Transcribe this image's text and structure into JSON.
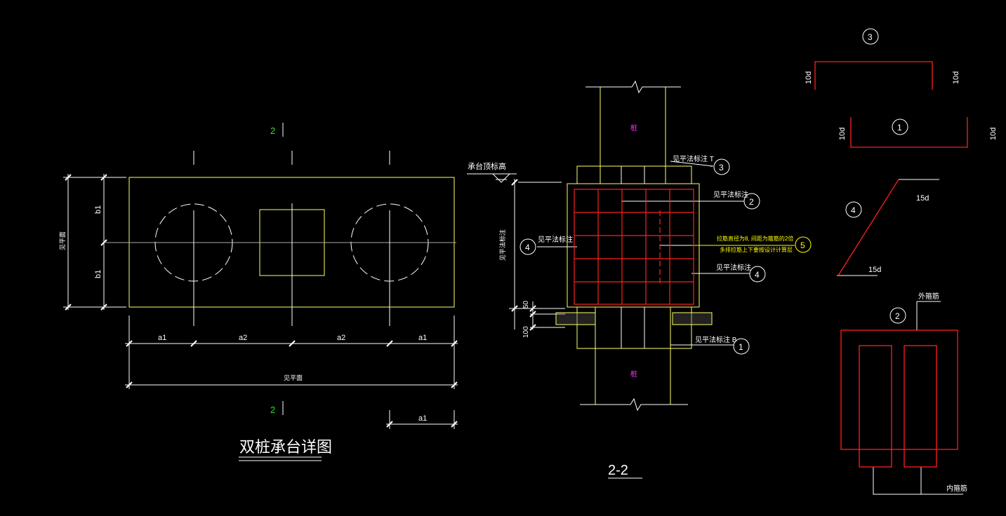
{
  "colors": {
    "background": "#000000",
    "outline": "#ffff66",
    "line": "#ffffff",
    "rebar": "#ff2020",
    "section_mark": "#33dd33",
    "pile_label": "#ff33ff",
    "note": "#ffff00"
  },
  "plan": {
    "title": "双桩承台详图",
    "section_mark": "2",
    "dim_a1": "a1",
    "dim_a2": "a2",
    "dim_b1": "b1",
    "dim_total_h": "见平面",
    "dim_total_v": "见平面"
  },
  "section": {
    "title": "2-2",
    "top_elev": "承台顶标高",
    "pile_top": "桩",
    "pile_bottom": "桩",
    "callout_3": "见平法标注 T",
    "callout_2": "见平法标注",
    "callout_4_left": "见平法标注",
    "callout_4_right": "见平法标注",
    "callout_1": "见平法标注 B",
    "note_line1": "拉筋直径为8, 间距为箍筋的2倍",
    "note_line2": "多排拉筋上下要按设计计算层",
    "dim_height": "见平法标注",
    "dim_50": "50",
    "dim_100": "100",
    "num_1": "1",
    "num_2": "2",
    "num_3": "3",
    "num_4": "4",
    "num_5": "5"
  },
  "details": {
    "d3_label": "3",
    "d3_hook": "10d",
    "d1_label": "1",
    "d1_hook": "10d",
    "d4_label": "4",
    "d4_len": "15d",
    "d2_label": "2",
    "outer_stirrup": "外箍筋",
    "inner_stirrup": "内箍筋"
  }
}
